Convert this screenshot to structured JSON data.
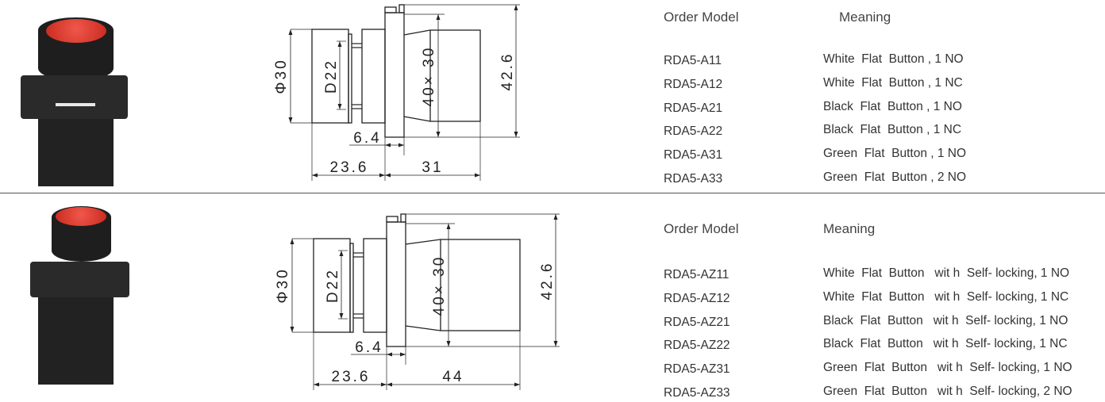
{
  "sections": [
    {
      "photo_icon": "flat-push-button-photo",
      "dimensions": {
        "diameter": "Φ30",
        "thread": "D22",
        "body": "40× 30",
        "height": "42.6",
        "flange": "6.4",
        "front": "23.6",
        "depth": "31"
      },
      "header": {
        "model": "Order Model",
        "meaning": "Meaning"
      },
      "rows": [
        {
          "model": "RDA5-A11",
          "meaning": "White  Flat  Button , 1 NO"
        },
        {
          "model": "RDA5-A12",
          "meaning": "White  Flat  Button , 1 NC"
        },
        {
          "model": "RDA5-A21",
          "meaning": "Black  Flat  Button , 1 NO"
        },
        {
          "model": "RDA5-A22",
          "meaning": "Black  Flat  Button , 1 NC"
        },
        {
          "model": "RDA5-A31",
          "meaning": "Green  Flat  Button , 1 NO"
        },
        {
          "model": "RDA5-A33",
          "meaning": "Green  Flat  Button , 2 NO"
        }
      ]
    },
    {
      "photo_icon": "self-locking-push-button-photo",
      "dimensions": {
        "diameter": "Φ30",
        "thread": "D22",
        "body": "40× 30",
        "height": "42.6",
        "flange": "6.4",
        "front": "23.6",
        "depth": "44"
      },
      "header": {
        "model": "Order Model",
        "meaning": "Meaning"
      },
      "rows": [
        {
          "model": "RDA5-AZ11",
          "meaning": "White  Flat  Button   wit h  Self- locking, 1 NO"
        },
        {
          "model": "RDA5-AZ12",
          "meaning": "White  Flat  Button   wit h  Self- locking, 1 NC"
        },
        {
          "model": "RDA5-AZ21",
          "meaning": "Black  Flat  Button   wit h  Self- locking, 1 NO"
        },
        {
          "model": "RDA5-AZ22",
          "meaning": "Black  Flat  Button   wit h  Self- locking, 1 NC"
        },
        {
          "model": "RDA5-AZ31",
          "meaning": "Green  Flat  Button   wit h  Self- locking, 1 NO"
        },
        {
          "model": "RDA5-AZ33",
          "meaning": "Green  Flat  Button   wit h  Self- locking, 2 NO"
        }
      ]
    }
  ]
}
